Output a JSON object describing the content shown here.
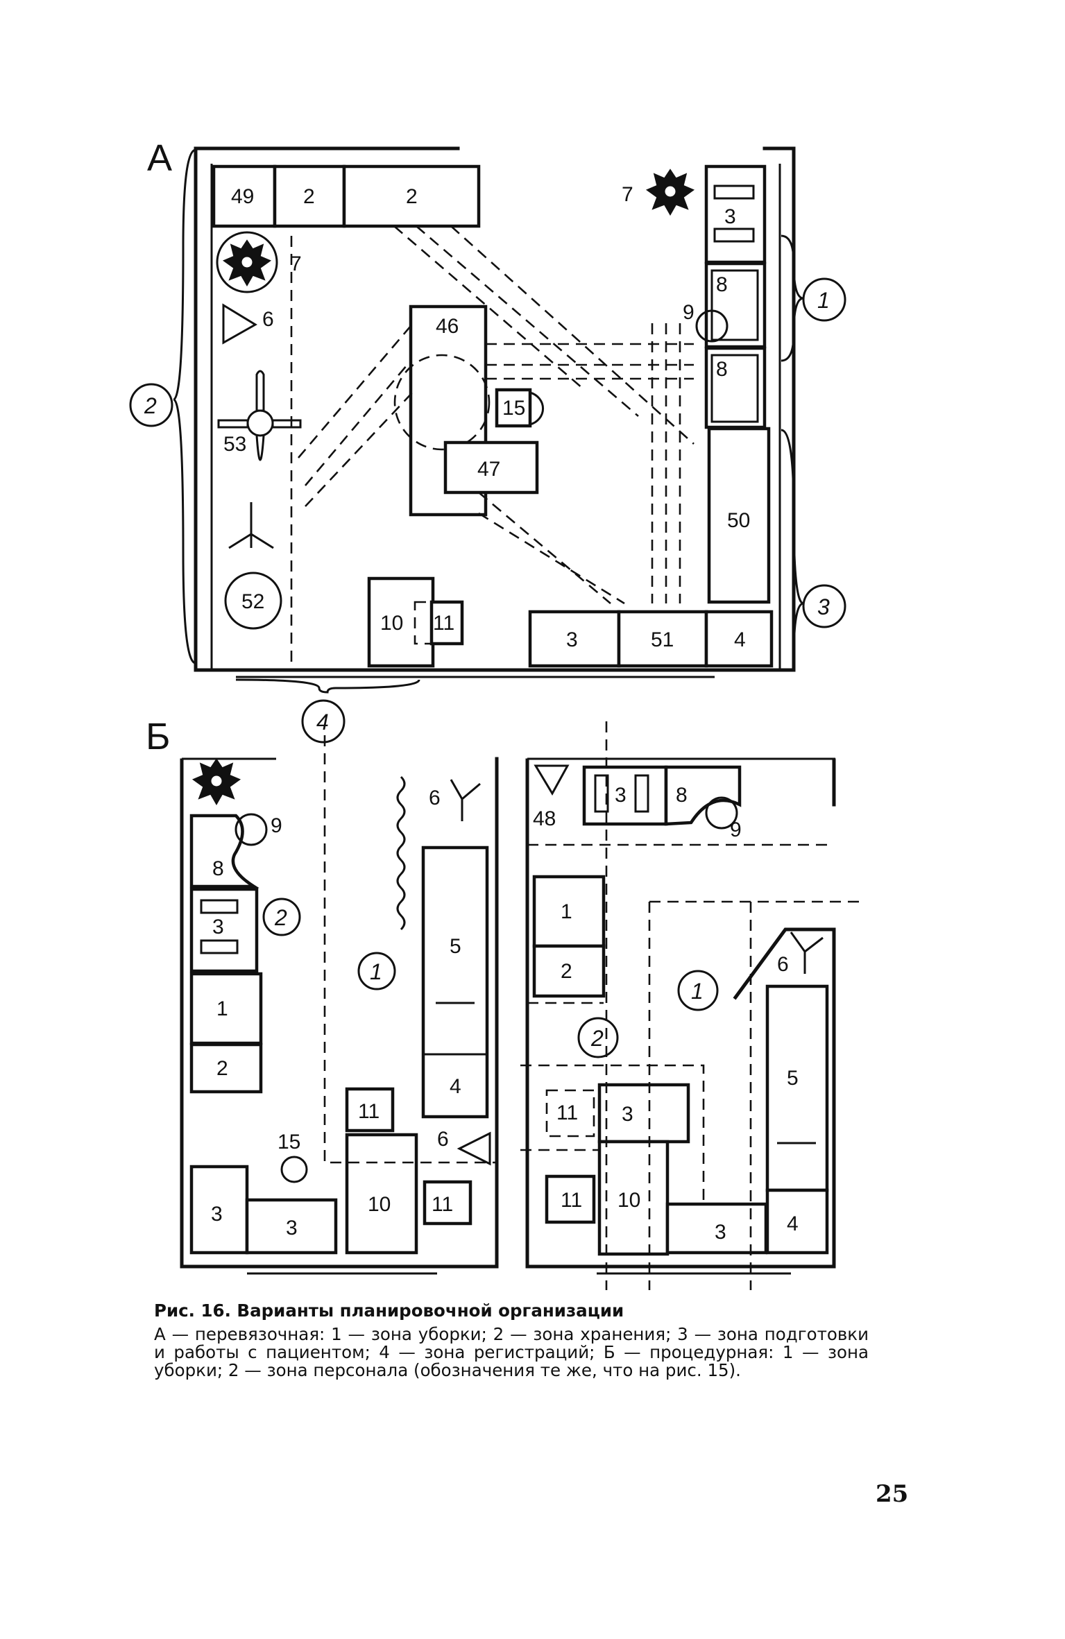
{
  "plan_a": {
    "letter": "А",
    "items": [
      "49",
      "2",
      "2",
      "7",
      "6",
      "53",
      "52",
      "46",
      "15",
      "47",
      "10",
      "11",
      "3",
      "51",
      "4",
      "50",
      "3",
      "8",
      "8",
      "9",
      "7"
    ],
    "zones": [
      "1",
      "2",
      "3",
      "4"
    ]
  },
  "plan_b": {
    "letter": "Б",
    "left_items": [
      "9",
      "8",
      "3",
      "2",
      "1",
      "2",
      "15",
      "3",
      "3",
      "11",
      "10",
      "11",
      "6",
      "5",
      "4",
      "6",
      "1"
    ],
    "right_items": [
      "48",
      "3",
      "8",
      "9",
      "1",
      "2",
      "2",
      "1",
      "11",
      "3",
      "11",
      "10",
      "3",
      "5",
      "4",
      "6"
    ]
  },
  "caption": {
    "title": "Рис. 16. Варианты планировочной организации",
    "body": "А — перевязочная: 1 — зона уборки; 2 — зона хранения; 3 — зона подготовки и работы с пациентом; 4 — зона регистраций; Б — процедурная: 1 — зона уборки; 2 — зона персонала (обозначения те же, что на рис. 15)."
  },
  "page_number": "25"
}
